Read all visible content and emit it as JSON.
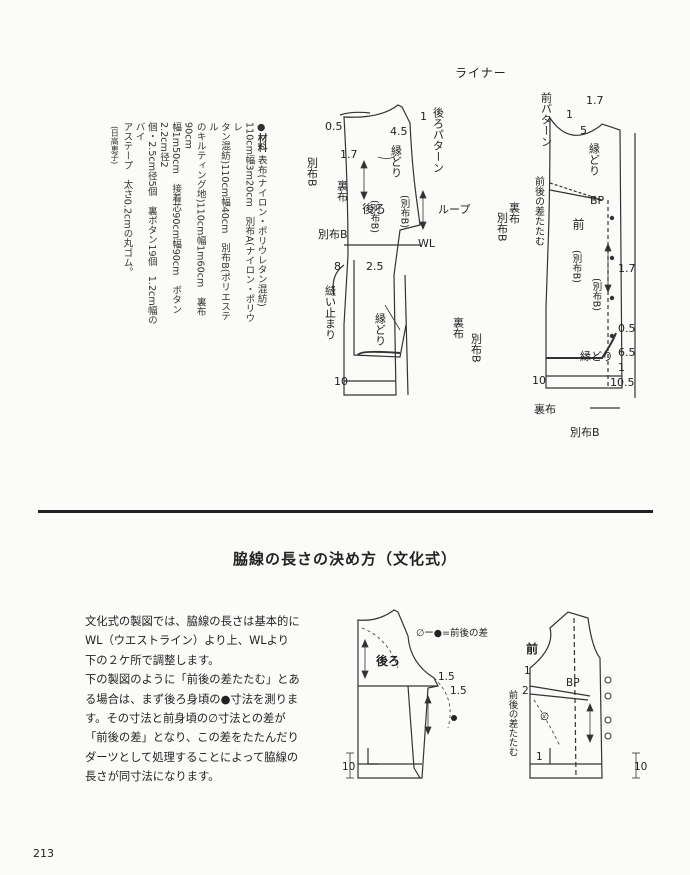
{
  "page": {
    "number": "213"
  },
  "liner": {
    "title": "ライナー"
  },
  "materials": {
    "title": "●材料",
    "lines": [
      "表布(ナイロン・ポリウレタン混紡)",
      "110cm幅3m20cm　別布A(ナイロン・ポリウレ",
      "タン混紡)110cm幅40cm　別布B(ポリエステル",
      "のキルティング地)110cm幅1m60cm　裏布90cm",
      "幅1m50cm　接着芯90cm幅90cm　ボタン2.2cm径2",
      "個・2.5cm径5個　裏ボタン19個　1.2cm幅のバイ",
      "アステープ　太さ0.2cmの丸ゴム。"
    ],
    "author": "(日高恵子)"
  },
  "back_diagram": {
    "label_pattern": "後ろパターン",
    "label_back": "後ろ",
    "label_fabric_b": "(別布B)",
    "label_fabric_b2": "(別布B)",
    "label_edge": "縁どり",
    "label_edge2": "縁どり",
    "label_lining": "裏布",
    "label_lining2": "裏布",
    "label_other_b": "別布B",
    "label_other_b2": "別布B",
    "label_other_b3": "別布B",
    "label_loop": "ループ",
    "label_wl": "WL",
    "label_sew_stop": "縫い止まり",
    "num_05": "0.5",
    "num_1": "1",
    "num_45": "4.5",
    "num_17": "1.7",
    "num_8": "8",
    "num_25": "2.5",
    "num_10": "10"
  },
  "front_diagram": {
    "label_pattern": "前パターン",
    "label_front": "前",
    "label_fabric_b": "(別布B)",
    "label_fabric_b2": "(別布B)",
    "label_edge": "縁どり",
    "label_edge2": "縁どり",
    "label_lining": "裏布",
    "label_lining2": "裏布",
    "label_other_b": "別布B",
    "label_other_b2": "別布B",
    "label_fold": "前後の差たたむ",
    "label_bp": "BP",
    "num_17a": "1.7",
    "num_5": "5",
    "num_1": "1",
    "num_17b": "1.7",
    "num_05": "0.5",
    "num_65": "6.5",
    "num_1b": "1",
    "num_105": "10.5",
    "num_10": "10"
  },
  "section": {
    "heading": "脇線の長さの決め方（文化式）",
    "paragraph": [
      "文化式の製図では、脇線の長さは基本的に",
      "WL（ウエストライン）より上、WLより",
      "下の２ケ所で調整します。",
      "下の製図のように「前後の差たたむ」とあ",
      "る場合は、まず後ろ身頃の●寸法を測りま",
      "す。その寸法と前身頃の∅寸法との差が",
      "「前後の差」となり、この差をたたんだり",
      "ダーツとして処理することによって脇線の",
      "長さが同寸法になります。"
    ]
  },
  "small_back": {
    "label_back": "後ろ",
    "legend": "∅ー●=前後の差",
    "num_15a": "1.5",
    "num_15b": "1.5",
    "num_10": "10"
  },
  "small_front": {
    "label_front": "前",
    "label_bp": "BP",
    "label_fold": "前後の差たたむ",
    "num_1": "1",
    "num_2": "2",
    "num_1b": "1",
    "num_10": "10",
    "sym": "∅"
  }
}
